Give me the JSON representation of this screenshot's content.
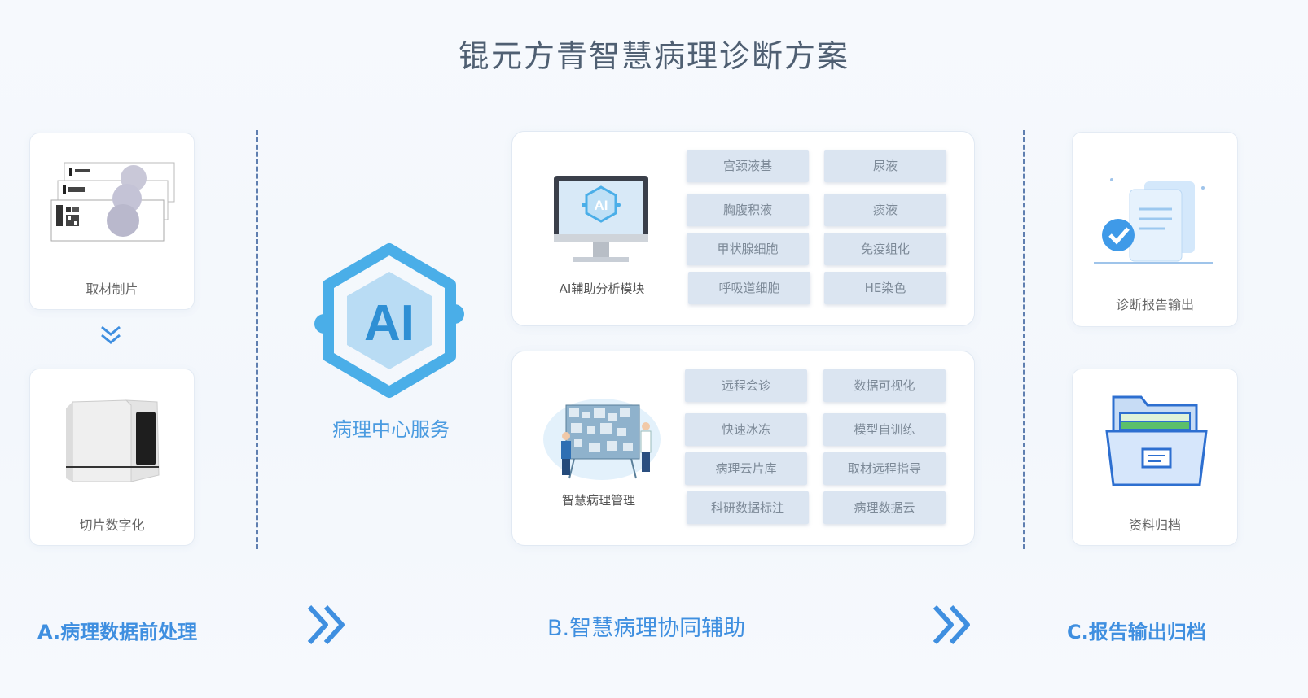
{
  "title": "锟元方青智慧病理诊断方案",
  "left": {
    "card1_label": "取材制片",
    "card2_label": "切片数字化"
  },
  "center": {
    "ai_text": "AI",
    "ai_label": "病理中心服务",
    "module1": {
      "label": "AI辅助分析模块",
      "screen_text": "AI",
      "tags": [
        "宫颈液基",
        "尿液",
        "胸腹积液",
        "痰液",
        "甲状腺细胞",
        "免疫组化",
        "呼吸道细胞",
        "HE染色"
      ]
    },
    "module2": {
      "label": "智慧病理管理",
      "tags": [
        "远程会诊",
        "数据可视化",
        "快速冰冻",
        "模型自训练",
        "病理云片库",
        "取材远程指导",
        "科研数据标注",
        "病理数据云"
      ]
    }
  },
  "right": {
    "card1_label": "诊断报告输出",
    "card2_label": "资料归档"
  },
  "stages": {
    "a": "A.病理数据前处理",
    "b": "B.智慧病理协同辅助",
    "c": "C.报告输出归档"
  },
  "colors": {
    "accent": "#3f8fe0",
    "ai_hex": "#4aaee8",
    "dash": "#5f7fb0",
    "tag_bg": "#dbe5f1"
  }
}
